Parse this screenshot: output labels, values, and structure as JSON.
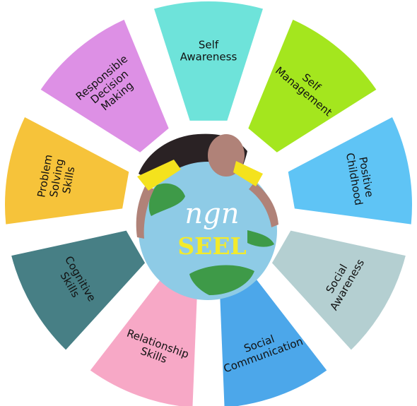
{
  "diagram": {
    "segments": [
      {
        "lines": [
          "Self",
          "Awareness"
        ],
        "color": "#6ee3da"
      },
      {
        "lines": [
          "Self",
          "Management"
        ],
        "color": "#a4e61e"
      },
      {
        "lines": [
          "Positive",
          "Childhood"
        ],
        "color": "#5fc4f5"
      },
      {
        "lines": [
          "Social",
          "Awareness"
        ],
        "color": "#b4cfd1"
      },
      {
        "lines": [
          "Social",
          "Communication"
        ],
        "color": "#4ca7ea"
      },
      {
        "lines": [
          "Relationship",
          "Skills"
        ],
        "color": "#f7a8c6"
      },
      {
        "lines": [
          "Cognitive",
          "Skills"
        ],
        "color": "#477f85"
      },
      {
        "lines": [
          "Problem",
          "Solving",
          "Skills"
        ],
        "color": "#f6c33a"
      },
      {
        "lines": [
          "Responsible",
          "Decision",
          "Making"
        ],
        "color": "#dd90e5"
      }
    ],
    "logo": {
      "line1": "ngn",
      "line2": "SEEL"
    },
    "colors": {
      "globe_ocean": "#8ecbe6",
      "globe_land": "#3e9a48",
      "hair": "#2a2224",
      "skin": "#b08278",
      "shirt": "#f4e21d"
    }
  }
}
